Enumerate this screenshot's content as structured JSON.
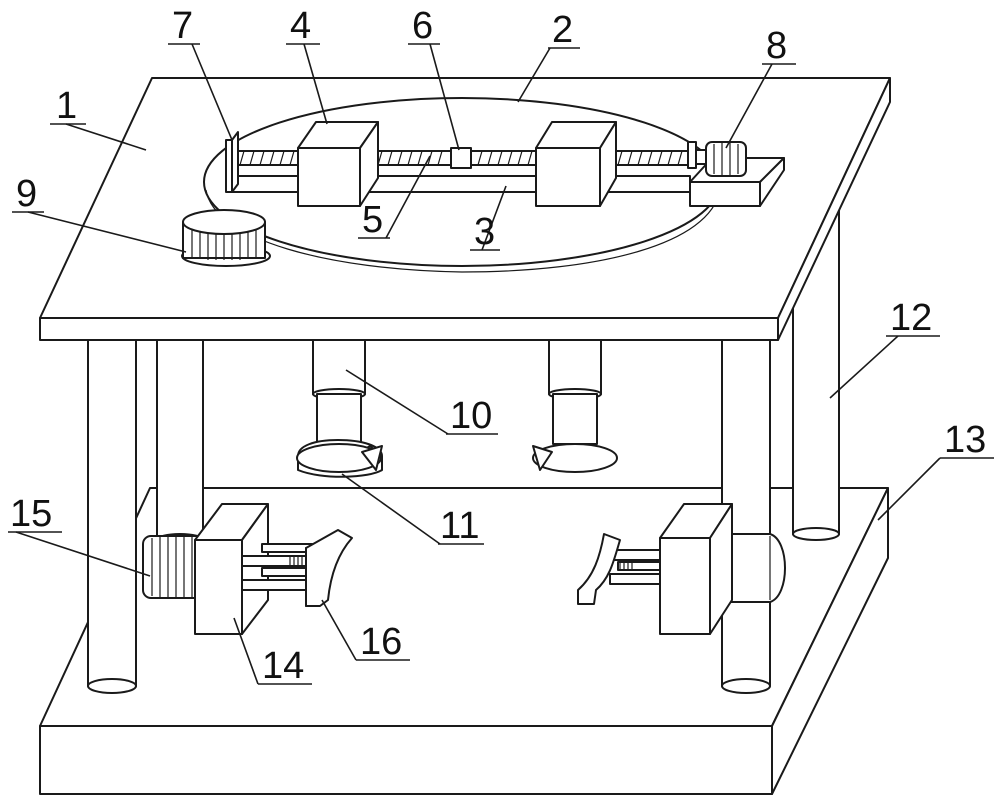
{
  "labels": [
    {
      "text": "1"
    },
    {
      "text": "2"
    },
    {
      "text": "3"
    },
    {
      "text": "4"
    },
    {
      "text": "5"
    },
    {
      "text": "6"
    },
    {
      "text": "7"
    },
    {
      "text": "8"
    },
    {
      "text": "9"
    },
    {
      "text": "10"
    },
    {
      "text": "11"
    },
    {
      "text": "12"
    },
    {
      "text": "13"
    },
    {
      "text": "14"
    },
    {
      "text": "15"
    },
    {
      "text": "16"
    }
  ]
}
